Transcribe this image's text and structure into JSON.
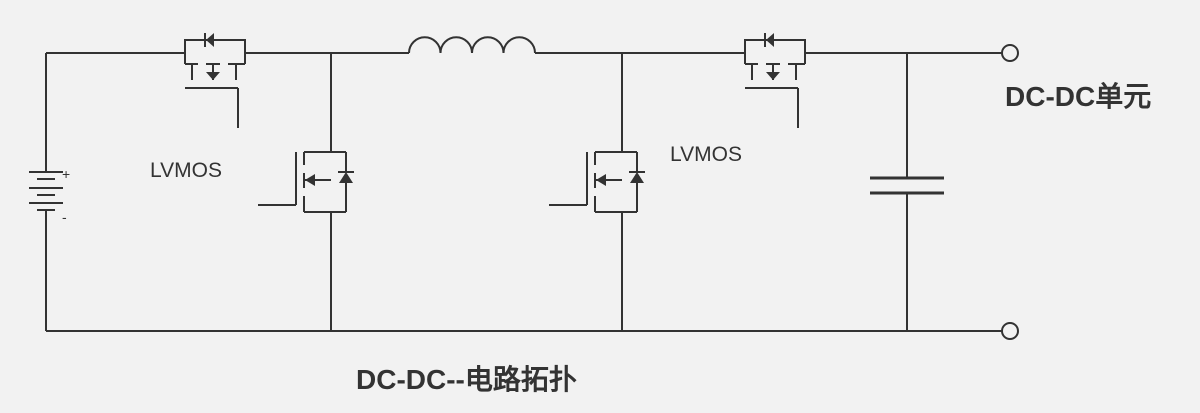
{
  "labels": {
    "lvmos_left": "LVMOS",
    "lvmos_right": "LVMOS",
    "unit_title": "DC-DC单元",
    "caption": "DC-DC--电路拓扑",
    "battery_plus": "+",
    "battery_minus": "-"
  },
  "colors": {
    "background": "#f2f2f2",
    "line": "#333333"
  }
}
